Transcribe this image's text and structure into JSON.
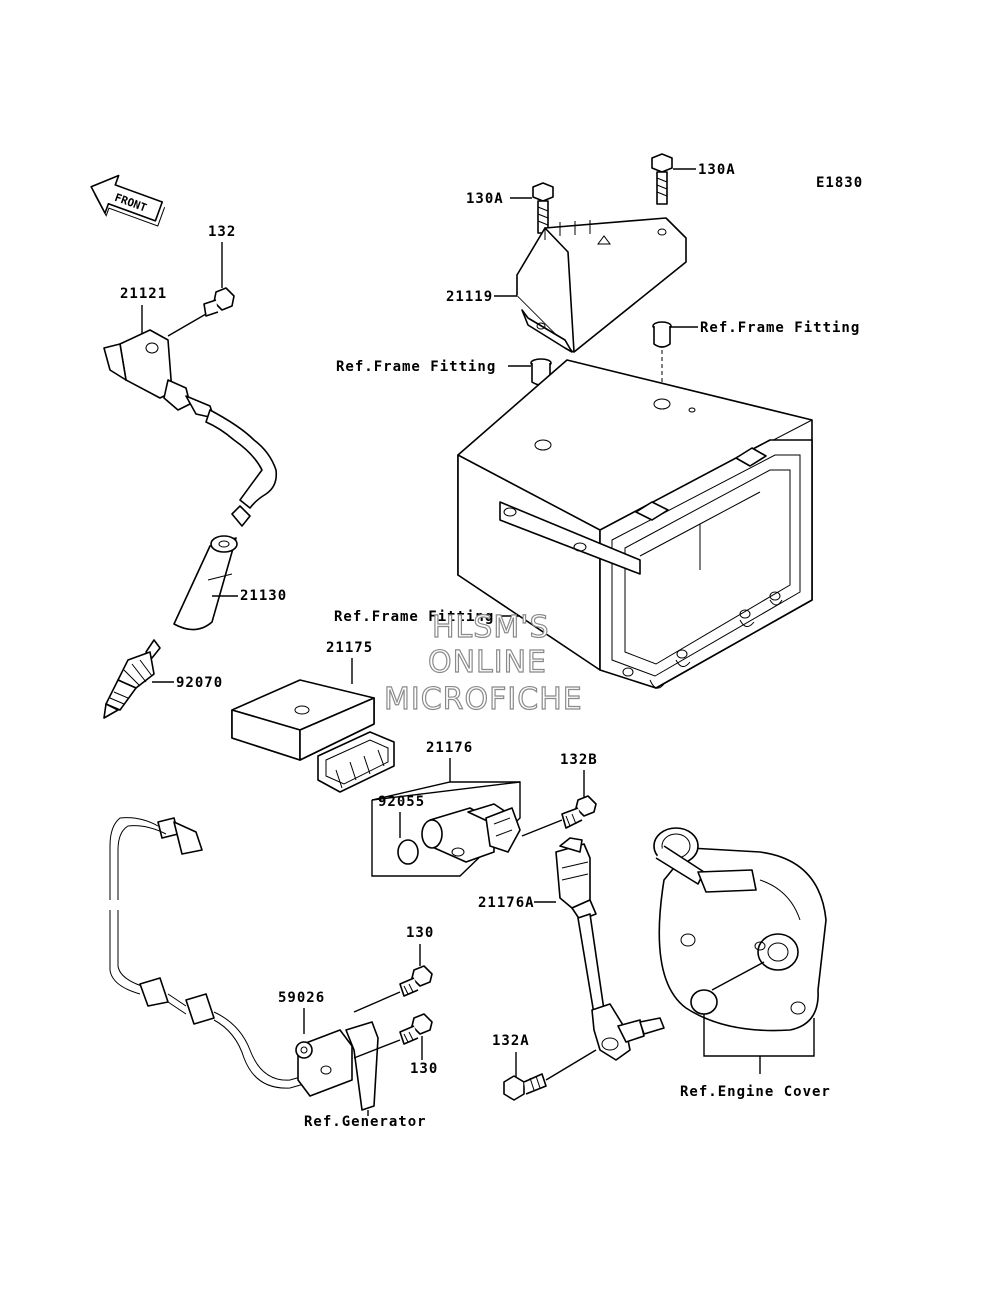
{
  "diagram_code": "E1830",
  "front_label": "FRONT",
  "watermark": [
    "HLSM'S",
    "ONLINE",
    "MICROFICHE"
  ],
  "labels": {
    "bolt_130a_left": "130A",
    "bolt_130a_right": "130A",
    "regulator": "21119",
    "ref_frame_right": "Ref.Frame Fitting",
    "ref_frame_left": "Ref.Frame Fitting",
    "ref_frame_mid": "Ref.Frame Fitting",
    "bolt_132": "132",
    "ignition_coil": "21121",
    "plug_cap": "21130",
    "spark_plug": "92070",
    "igniter": "21175",
    "sensor": "21176",
    "o_ring": "92055",
    "bolt_132b": "132B",
    "sensor_a": "21176A",
    "bolt_130_top": "130",
    "bolt_130_bottom": "130",
    "pickup_coil": "59026",
    "bolt_132a": "132A",
    "ref_generator": "Ref.Generator",
    "ref_engine_cover": "Ref.Engine Cover"
  }
}
